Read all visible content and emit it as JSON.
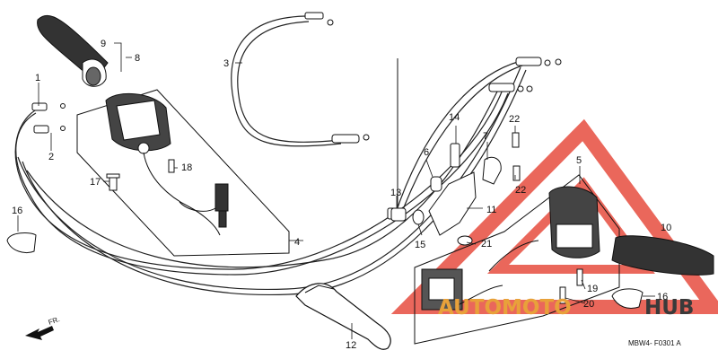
{
  "callouts": [
    {
      "id": "c1",
      "text": "1"
    },
    {
      "id": "c2",
      "text": "2"
    },
    {
      "id": "c3",
      "text": "3"
    },
    {
      "id": "c4",
      "text": "4"
    },
    {
      "id": "c5",
      "text": "5"
    },
    {
      "id": "c6",
      "text": "6"
    },
    {
      "id": "c7",
      "text": "7"
    },
    {
      "id": "c8",
      "text": "8"
    },
    {
      "id": "c9",
      "text": "9"
    },
    {
      "id": "c10",
      "text": "10"
    },
    {
      "id": "c11",
      "text": "11"
    },
    {
      "id": "c12",
      "text": "12"
    },
    {
      "id": "c13",
      "text": "13"
    },
    {
      "id": "c14",
      "text": "14"
    },
    {
      "id": "c15",
      "text": "15"
    },
    {
      "id": "c16a",
      "text": "16"
    },
    {
      "id": "c16b",
      "text": "16"
    },
    {
      "id": "c17",
      "text": "17"
    },
    {
      "id": "c18",
      "text": "18"
    },
    {
      "id": "c19",
      "text": "19"
    },
    {
      "id": "c20",
      "text": "20"
    },
    {
      "id": "c21",
      "text": "21"
    },
    {
      "id": "c22a",
      "text": "22"
    },
    {
      "id": "c22b",
      "text": "22"
    }
  ],
  "direction_label": "FR.",
  "diagram_code": "MBW4-  F0301 A",
  "watermark": {
    "text_part1": "AUTOMOTO",
    "text_part2": "HUB",
    "color_primary": "#e8574a",
    "color_dark": "#3a3a3a"
  }
}
